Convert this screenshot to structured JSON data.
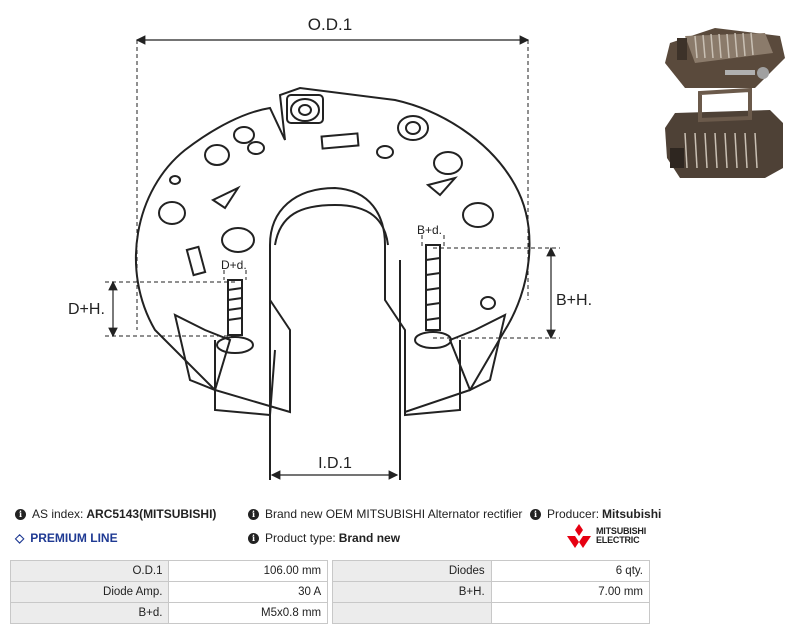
{
  "drawing": {
    "od_label": "O.D.1",
    "id_label": "I.D.1",
    "dh_label": "D+H.",
    "bh_label": "B+H.",
    "dd_label": "D+d.",
    "bd_label": "B+d."
  },
  "info": {
    "as_index_label": "AS index:",
    "as_index_value": "ARC5143(MITSUBISHI)",
    "description": "Brand new OEM MITSUBISHI Alternator rectifier",
    "producer_label": "Producer:",
    "producer_value": "Mitsubishi",
    "premium_line": "PREMIUM LINE",
    "product_type_label": "Product type:",
    "product_type_value": "Brand new",
    "brand_logo_line1": "MITSUBISHI",
    "brand_logo_line2": "ELECTRIC"
  },
  "specs": [
    {
      "l1": "O.D.1",
      "v1": "106.00 mm",
      "l2": "Diodes",
      "v2": "6   qty."
    },
    {
      "l1": "Diode Amp.",
      "v1": "30 A",
      "l2": "B+H.",
      "v2": "7.00 mm"
    },
    {
      "l1": "B+d.",
      "v1": "M5x0.8 mm",
      "l2": "",
      "v2": ""
    }
  ],
  "colors": {
    "accent": "#1f3a93",
    "logo_red": "#e60012",
    "table_label_bg": "#ececec"
  }
}
